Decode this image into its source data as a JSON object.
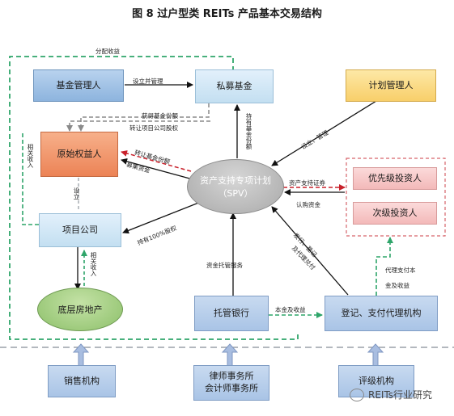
{
  "title": "图 8   过户型类 REITs 产品基本交易结构",
  "nodes": {
    "fund_manager": "基金管理人",
    "private_fund": "私募基金",
    "plan_manager": "计划管理人",
    "original_owner": "原始权益人",
    "spv_line1": "资产支持专项计划",
    "spv_line2": "（SPV）",
    "priority_investor": "优先级投资人",
    "subordinate_investor": "次级投资人",
    "project_company": "项目公司",
    "underlying_property": "底层房地产",
    "custodian_bank": "托管银行",
    "registration_agent": "登记、支付代理机构",
    "sales_agency": "销售机构",
    "law_firm": "律师事务所",
    "accounting_firm": "会计师事务所",
    "rating_agency": "评级机构"
  },
  "labels": {
    "distribute_income": "分配收益",
    "establish_manage": "设立并管理",
    "get_fund_share": "获得基金份额",
    "transfer_equity": "转让项目公司股权",
    "hold_fund_share": "持有基金份额",
    "related_income_left": "相关收入",
    "transfer_fund_share": "转让基金份额",
    "raise_funds": "募集资金",
    "setup_manage": "设立、管理",
    "establish": "设立",
    "abs_securities": "资产支持证券",
    "subscription_funds": "认购资金",
    "hold_100_equity": "持有100%股权",
    "issue_register": "发行、登记",
    "paying_agent_services": "及代理兑付",
    "related_income_bottom": "相关收入",
    "fund_custody": "资金托管服务",
    "principal_income_bottom": "本金及收益",
    "agent_pay_principal": "代理支付本",
    "principal_income": "金及收益"
  },
  "watermark": "REITs行业研究",
  "colors": {
    "green_dashed": "#2fa56a",
    "grey_dashed": "#8a8a8a",
    "red_dashed": "#c8202a",
    "arrow_dark": "#111111"
  }
}
